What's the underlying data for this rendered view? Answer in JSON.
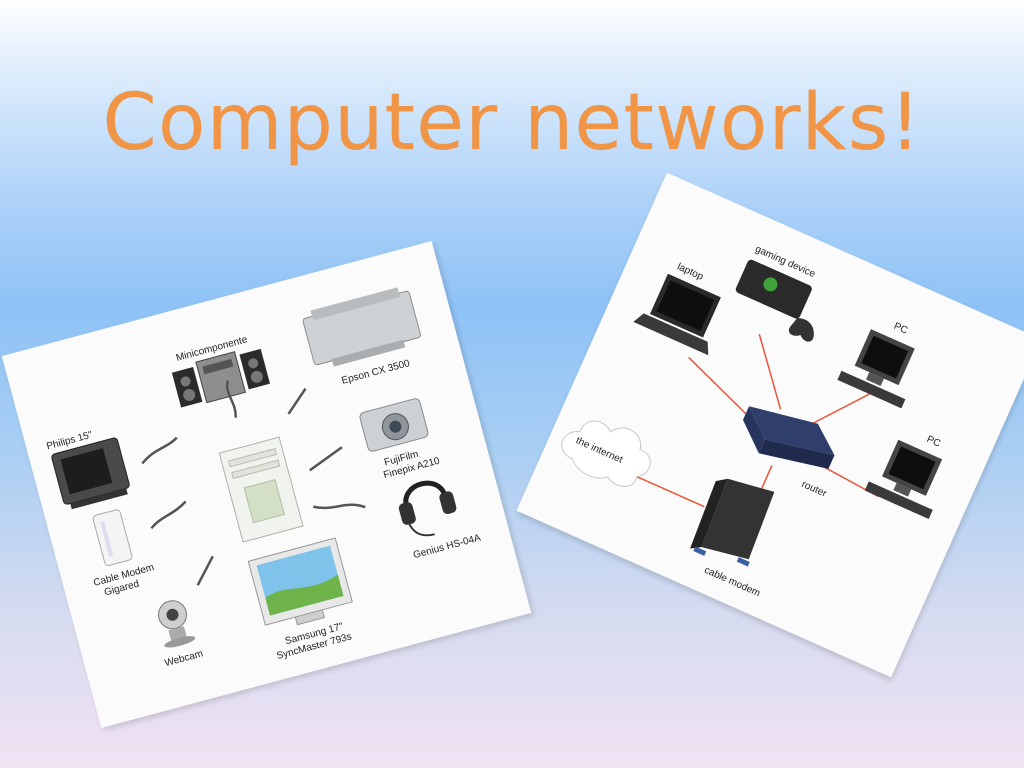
{
  "slide": {
    "title": "Computer networks!"
  },
  "left_card": {
    "labels": {
      "minicomponente": "Minicomponente",
      "philips": "Philips 15\"",
      "epson": "Epson CX 3500",
      "fujifilm_1": "FujiFilm",
      "fujifilm_2": "Finepix A210",
      "cable_modem_1": "Cable Modem",
      "cable_modem_2": "Gigared",
      "genius": "Genius HS-04A",
      "webcam": "Webcam",
      "samsung_1": "Samsung 17\"",
      "samsung_2": "SyncMaster 793s"
    }
  },
  "right_card": {
    "labels": {
      "gaming_device": "gaming device",
      "laptop": "laptop",
      "pc_top": "PC",
      "pc_right": "PC",
      "router": "router",
      "internet": "the internet",
      "cable_modem": "cable modem"
    }
  },
  "colors": {
    "title": "#f09446",
    "connection_line": "#e8553a"
  }
}
